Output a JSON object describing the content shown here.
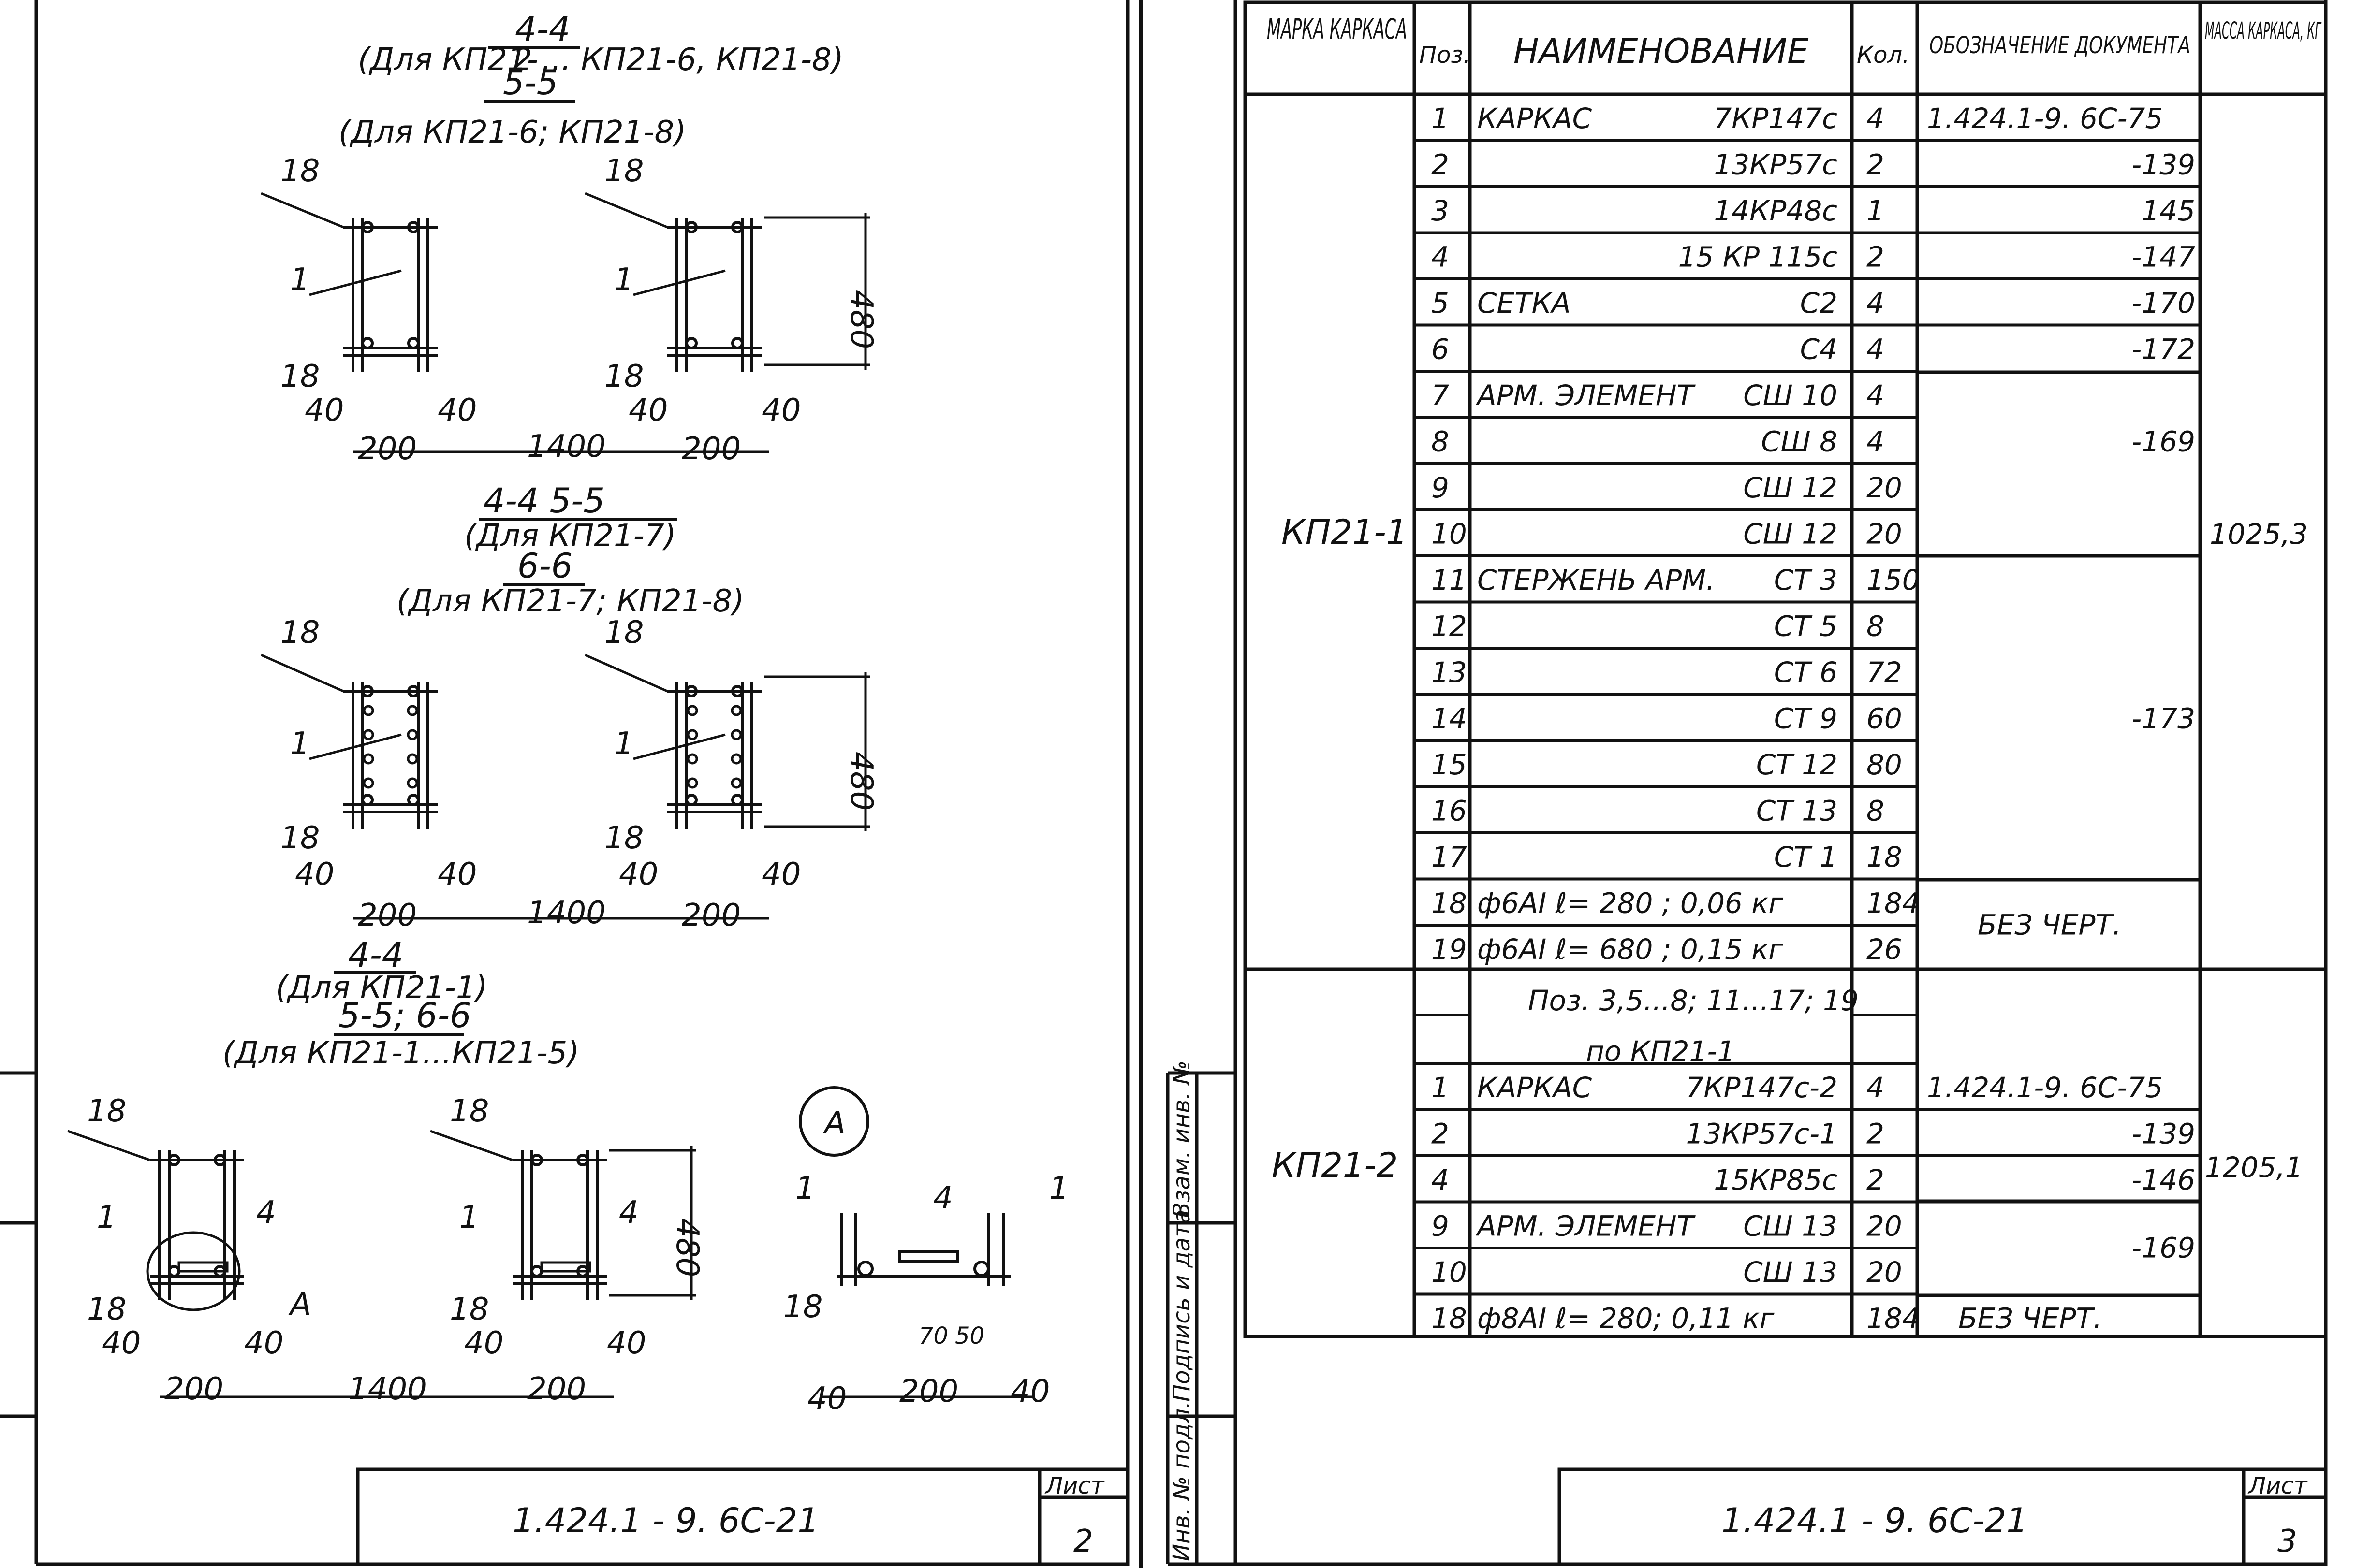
{
  "left_sheet": {
    "section1": {
      "title": "4-4",
      "for_line_a": "(Для КП21-",
      "for_frac": "2",
      "for_line_b": "... КП21-6, КП21-8)",
      "title2": "5-5",
      "for2": "(Для КП21-6; КП21-8)"
    },
    "section2": {
      "title": "4-4  5-5",
      "for": "(Для КП21-7)",
      "title2": "6-6",
      "for2": "(Для КП21-7; КП21-8)"
    },
    "section3": {
      "title": "4-4",
      "for": "(Для КП21-1)",
      "title2": "5-5; 6-6",
      "for2": "(Для КП21-1...КП21-5)"
    },
    "labels": {
      "p18": "18",
      "p1": "1",
      "p4": "4",
      "detail": "А",
      "dim480": "480",
      "dim40": "40",
      "dim200": "200",
      "dim1400": "1400",
      "dim70": "70",
      "dim50": "50"
    },
    "stamp": {
      "code": "1.424.1 - 9. 6С-21",
      "sheet_label": "Лист",
      "sheet_no": "2"
    }
  },
  "right_sheet": {
    "headers": {
      "marka": "МАРКА КАРКАСА",
      "pos": "Поз.",
      "name": "НАИМЕНОВАНИЕ",
      "qty": "Кол.",
      "doc": "ОБОЗНАЧЕНИЕ ДОКУМЕНТА",
      "mass": "МАССА КАРКАСА, КГ"
    },
    "group1": {
      "marka": "КП21-1",
      "mass": "1025,3",
      "rows": [
        {
          "pos": "1",
          "name": "КАРКАС",
          "mark": "7КР147с",
          "qty": "4",
          "doc": "1.424.1-9.  6С-75"
        },
        {
          "pos": "2",
          "name": "",
          "mark": "13КР57с",
          "qty": "2",
          "doc": "-139"
        },
        {
          "pos": "3",
          "name": "",
          "mark": "14КР48с",
          "qty": "1",
          "doc": "145"
        },
        {
          "pos": "4",
          "name": "",
          "mark": "15 КР 115с",
          "qty": "2",
          "doc": "-147"
        },
        {
          "pos": "5",
          "name": "СЕТКА",
          "mark": "С2",
          "qty": "4",
          "doc": "-170"
        },
        {
          "pos": "6",
          "name": "",
          "mark": "С4",
          "qty": "4",
          "doc": "-172"
        },
        {
          "pos": "7",
          "name": "АРМ. ЭЛЕМЕНТ",
          "mark": "СШ 10",
          "qty": "4",
          "doc": ""
        },
        {
          "pos": "8",
          "name": "",
          "mark": "СШ 8",
          "qty": "4",
          "doc": "-169"
        },
        {
          "pos": "9",
          "name": "",
          "mark": "СШ 12",
          "qty": "20",
          "doc": ""
        },
        {
          "pos": "10",
          "name": "",
          "mark": "СШ 12",
          "qty": "20",
          "doc": ""
        },
        {
          "pos": "11",
          "name": "СТЕРЖЕНЬ АРМ.",
          "mark": "СТ 3",
          "qty": "150",
          "doc": ""
        },
        {
          "pos": "12",
          "name": "",
          "mark": "СТ 5",
          "qty": "8",
          "doc": ""
        },
        {
          "pos": "13",
          "name": "",
          "mark": "СТ 6",
          "qty": "72",
          "doc": ""
        },
        {
          "pos": "14",
          "name": "",
          "mark": "СТ 9",
          "qty": "60",
          "doc": "-173"
        },
        {
          "pos": "15",
          "name": "",
          "mark": "СТ 12",
          "qty": "80",
          "doc": ""
        },
        {
          "pos": "16",
          "name": "",
          "mark": "СТ 13",
          "qty": "8",
          "doc": ""
        },
        {
          "pos": "17",
          "name": "",
          "mark": "СТ 1",
          "qty": "18",
          "doc": ""
        },
        {
          "pos": "18",
          "name": "ф6АI  ℓ= 280 ; 0,06 кг",
          "mark": "",
          "qty": "184",
          "doc": "БЕЗ ЧЕРТ."
        },
        {
          "pos": "19",
          "name": "ф6АI  ℓ= 680 ; 0,15 кг",
          "mark": "",
          "qty": "26",
          "doc": ""
        }
      ]
    },
    "group2": {
      "marka": "КП21-2",
      "mass": "1205,1",
      "note1": "Поз. 3,5...8; 11...17; 19",
      "note2": "по КП21-1",
      "rows": [
        {
          "pos": "1",
          "name": "КАРКАС",
          "mark": "7КР147с-2",
          "qty": "4",
          "doc": "1.424.1-9.  6С-75"
        },
        {
          "pos": "2",
          "name": "",
          "mark": "13КР57с-1",
          "qty": "2",
          "doc": "-139"
        },
        {
          "pos": "4",
          "name": "",
          "mark": "15КР85с",
          "qty": "2",
          "doc": "-146"
        },
        {
          "pos": "9",
          "name": "АРМ. ЭЛЕМЕНТ",
          "mark": "СШ 13",
          "qty": "20",
          "doc": "-169"
        },
        {
          "pos": "10",
          "name": "",
          "mark": "СШ 13",
          "qty": "20",
          "doc": ""
        },
        {
          "pos": "18",
          "name": "ф8АI  ℓ= 280;  0,11 кг",
          "mark": "",
          "qty": "184",
          "doc": "БЕЗ ЧЕРТ."
        }
      ]
    },
    "side_stamp": {
      "inv_podl": "Инв. № подл.",
      "podpis": "Подпись и дата",
      "vzam": "Взам. инв. №"
    },
    "stamp": {
      "code": "1.424.1 - 9. 6С-21",
      "sheet_label": "Лист",
      "sheet_no": "3"
    }
  }
}
